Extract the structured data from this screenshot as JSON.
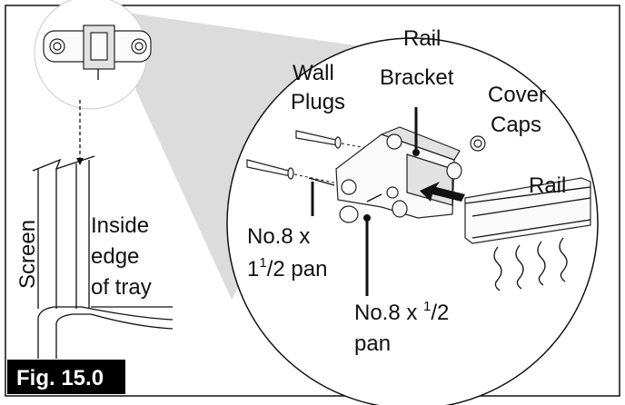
{
  "figure": {
    "label": "Fig. 15.0"
  },
  "labels": {
    "wall_plugs": [
      "Wall",
      "Plugs"
    ],
    "rail_bracket": [
      "Rail",
      "Bracket"
    ],
    "cover_caps": [
      "Cover",
      "Caps"
    ],
    "rail": "Rail",
    "screw_long": {
      "line1": "No.8 x",
      "whole": "1",
      "sup": "1",
      "rest": "/2 pan"
    },
    "screw_short": {
      "line1": "No.8 x ",
      "sup": "1",
      "rest": "/2",
      "line2": "pan"
    },
    "screen": "Screen",
    "tray_edge": [
      "Inside",
      "edge",
      "of tray"
    ]
  },
  "colors": {
    "callout_cone": "#dcdcdc",
    "figure_badge": "#000000"
  }
}
